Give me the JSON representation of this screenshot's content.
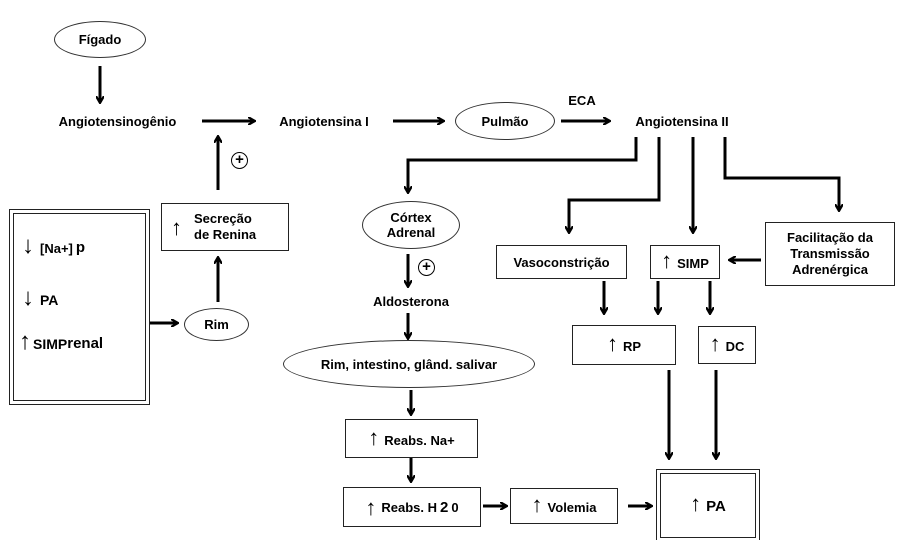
{
  "diagram": {
    "nodes": {
      "figado": "Fígado",
      "angiotensinogenio": "Angiotensinogênio",
      "angiotensina1": "Angiotensina I",
      "pulmao": "Pulmão",
      "eca": "ECA",
      "angiotensina2": "Angiotensina II",
      "secrecao_renina_1": "Secreção",
      "secrecao_renina_2": "de Renina",
      "rim": "Rim",
      "cortex_adrenal_1": "Córtex",
      "cortex_adrenal_2": "Adrenal",
      "aldosterona": "Aldosterona",
      "alvos": "Rim, intestino, glând. salivar",
      "reabs_na": "Reabs. Na+",
      "reabs_h2o_prefix": "Reabs. H",
      "reabs_h2o_sub": "2",
      "reabs_h2o_suffix": "0",
      "volemia": "Volemia",
      "vasoconstricao": "Vasoconstrição",
      "simp": "SIMP",
      "facilitacao_1": "Facilitação da",
      "facilitacao_2": "Transmissão",
      "facilitacao_3": "Adrenérgica",
      "rp": "RP",
      "dc": "DC",
      "pa_final": "PA"
    },
    "conditions": [
      {
        "direction": "down",
        "label": "[Na+]",
        "sub": "p"
      },
      {
        "direction": "down",
        "label": "PA",
        "sub": ""
      },
      {
        "direction": "up",
        "label": "SIMP",
        "sub": "renal"
      }
    ],
    "plus_symbol": "+"
  }
}
